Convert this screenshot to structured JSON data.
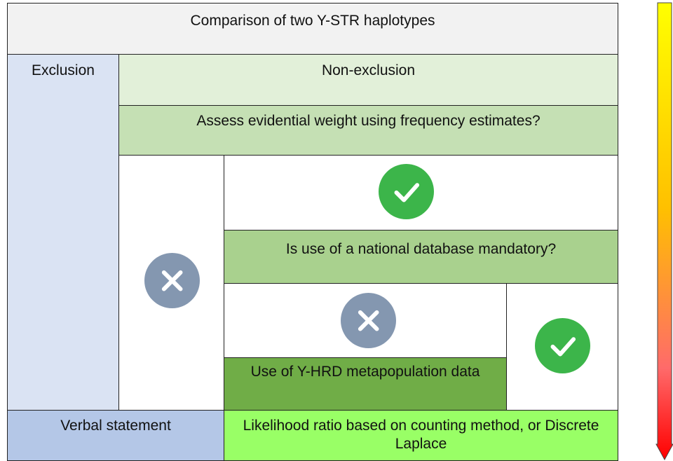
{
  "title": "Comparison of two Y-STR haplotypes",
  "exclusion": "Exclusion",
  "non_exclusion": "Non-exclusion",
  "question_frequency": "Assess evidential weight using frequency estimates?",
  "question_database": "Is use of a national database mandatory?",
  "yhrd": "Use of Y-HRD metapopulation data",
  "verbal_statement": "Verbal statement",
  "likelihood_ratio": "Likelihood ratio based on counting method, or Discrete Laplace",
  "icons": {
    "yes": "check-icon",
    "no": "cross-icon"
  },
  "colors": {
    "title_bg": "#f2f2f2",
    "exclusion_bg": "#dae3f3",
    "non_exclusion_bg": "#e2f0d9",
    "frequency_bg": "#c5e0b4",
    "database_bg": "#a9d18e",
    "yhrd_bg": "#70ad47",
    "verbal_bg": "#b4c7e7",
    "lr_bg": "#99ff66",
    "yes_icon": "#3cb54a",
    "no_icon": "#8497b0",
    "arrow_top": "#ffff00",
    "arrow_bottom": "#ff0000"
  }
}
